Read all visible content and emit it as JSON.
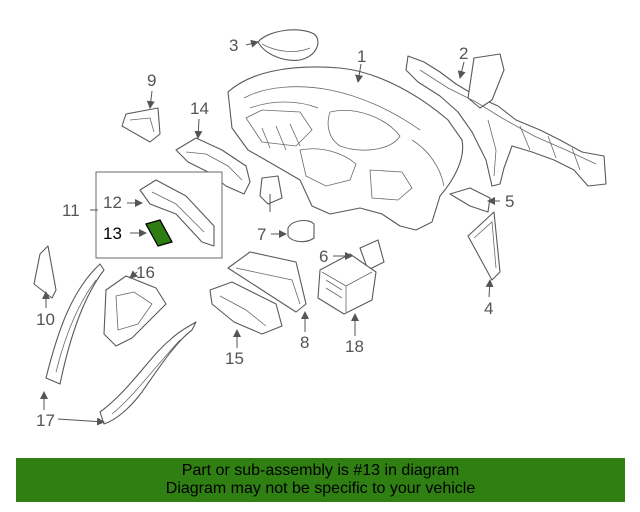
{
  "callouts": {
    "c1": "1",
    "c2": "2",
    "c3": "3",
    "c4": "4",
    "c5": "5",
    "c6": "6",
    "c7": "7",
    "c8": "8",
    "c9": "9",
    "c10": "10",
    "c11": "11",
    "c12": "12",
    "c13": "13",
    "c14": "14",
    "c15": "15",
    "c16": "16",
    "c17": "17",
    "c18": "18"
  },
  "highlight_part": "13",
  "colors": {
    "banner_bg": "#2f7f12",
    "highlight_fill": "#2e7d12",
    "line": "#5a5a5a"
  },
  "banner": {
    "line1": "Part or sub-assembly is #13 in diagram",
    "line2": "Diagram may not be specific to your vehicle"
  }
}
